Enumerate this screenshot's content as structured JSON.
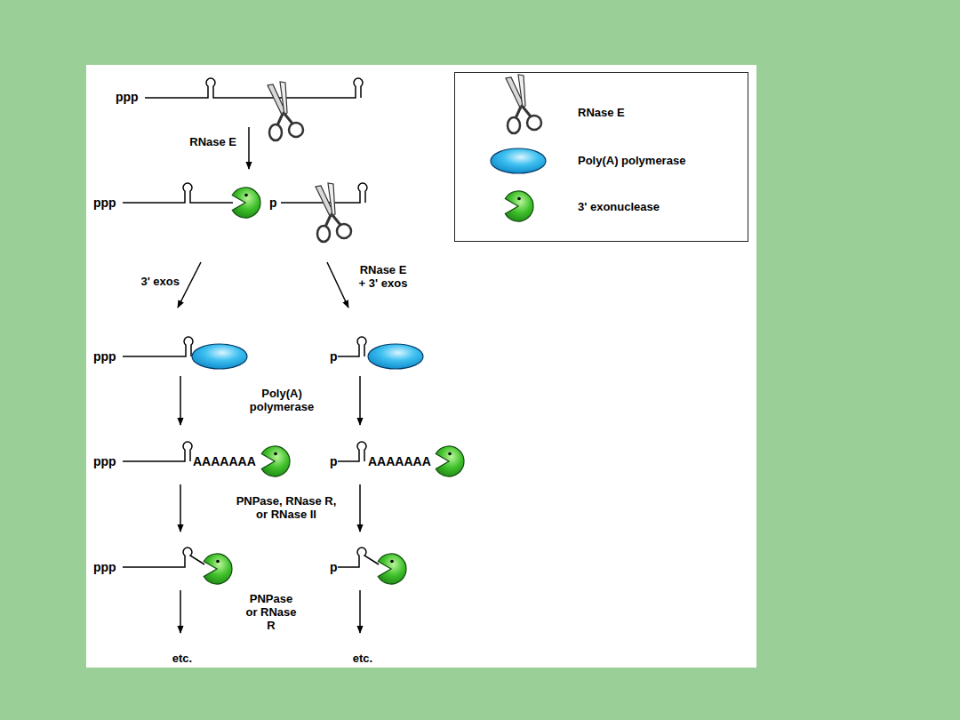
{
  "diagram": {
    "nodes": [
      {
        "text": [
          "ppp"
        ]
      },
      {
        "text": [
          "ppp"
        ]
      },
      {
        "text": [
          "p"
        ]
      },
      {
        "text": [
          "ppp"
        ]
      },
      {
        "text": [
          "p"
        ]
      },
      {
        "text": [
          "ppp",
          "AAAAAAA"
        ]
      },
      {
        "text": [
          "p",
          "AAAAAAA"
        ]
      },
      {
        "text": [
          "ppp"
        ]
      },
      {
        "text": [
          "p"
        ]
      }
    ],
    "edges": [
      {
        "from": 0,
        "to": 1,
        "arrow": "to",
        "label": "RNase E"
      },
      {
        "from": 1,
        "to": 3,
        "arrow": "to",
        "label": "3' exos"
      },
      {
        "from": 2,
        "to": 4,
        "arrow": "to",
        "label": "RNase E + 3' exos"
      },
      {
        "from": 3,
        "to": 5,
        "arrow": "to"
      },
      {
        "from": 4,
        "to": 6,
        "arrow": "to"
      },
      {
        "from": 5,
        "to": 7,
        "arrow": "to"
      },
      {
        "from": 6,
        "to": 8,
        "arrow": "to"
      }
    ],
    "labels": [
      "Poly(A) polymerase",
      "PNPase, RNase R, or RNase II",
      "PNPase or RNase R",
      "etc.",
      "etc."
    ],
    "legend": [
      {
        "text": "RNase E"
      },
      {
        "text": "Poly(A) polymerase"
      },
      {
        "text": "3' exonuclease"
      }
    ]
  }
}
